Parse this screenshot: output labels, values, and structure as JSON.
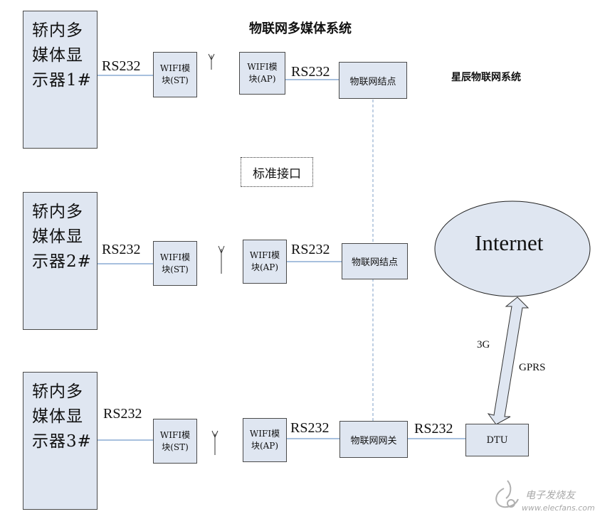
{
  "title": "物联网多媒体系统",
  "subtitle": "星辰物联网系统",
  "std_interface": "标准接口",
  "displays": [
    {
      "line1": "轿内多",
      "line2": "媒体显",
      "line3": "示器1#"
    },
    {
      "line1": "轿内多",
      "line2": "媒体显",
      "line3": "示器2#"
    },
    {
      "line1": "轿内多",
      "line2": "媒体显",
      "line3": "示器3#"
    }
  ],
  "rs232": "RS232",
  "wifi_st": {
    "line1": "WIFI模",
    "line2": "块(ST)"
  },
  "wifi_ap": {
    "line1": "WIFI模",
    "line2": "块(AP)"
  },
  "nodes": [
    "物联网结点",
    "物联网结点",
    "物联网网关"
  ],
  "dtu": "DTU",
  "internet": "Internet",
  "link_labels": {
    "g3": "3G",
    "gprs": "GPRS"
  },
  "watermark": {
    "brand": "电子发烧友",
    "url": "www.elecfans.com"
  },
  "colors": {
    "box_fill": "#dfe6f1",
    "line": "#4f81bd",
    "dashed": "#7f9fc7"
  }
}
